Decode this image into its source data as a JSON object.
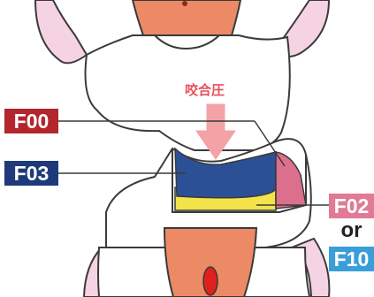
{
  "labels": {
    "pressure": "咬合圧",
    "f00": "F00",
    "f03": "F03",
    "f02": "F02",
    "or": "or",
    "f10": "F10"
  },
  "colors": {
    "f00": "#b3262d",
    "f03": "#1f3a7a",
    "f02": "#e07a95",
    "f10": "#3a9fd9",
    "pressure_text": "#e8505b",
    "pressure_arrow": "#f3a3a6",
    "gum_pink": "#f6d3e2",
    "tooth_core": "#ec8a66",
    "cavity_red": "#e0201f",
    "filling_blue": "#2c5096",
    "filling_pink": "#dc6f8c",
    "liner_yellow": "#f2e34a",
    "outline": "#3a3a3a"
  }
}
